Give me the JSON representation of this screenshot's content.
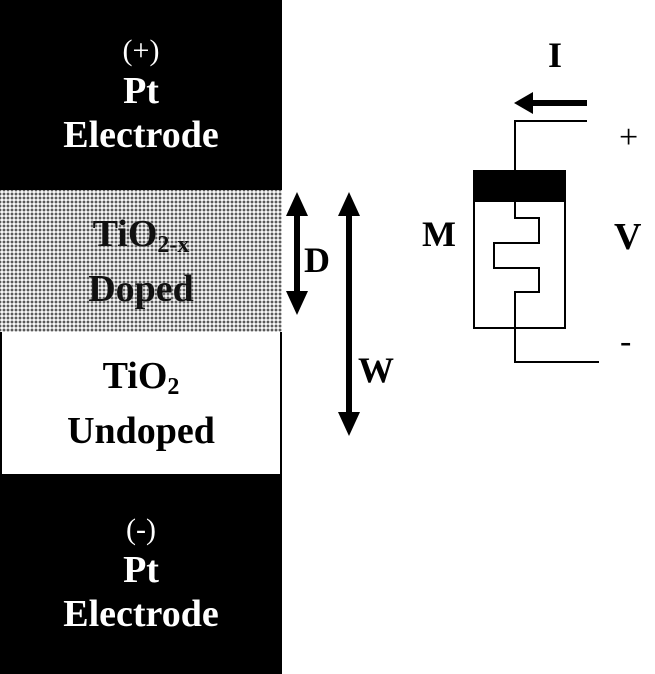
{
  "top_electrode": {
    "sign": "(+)",
    "line1": "Pt",
    "line2": "Electrode"
  },
  "doped_layer": {
    "line1_main": "TiO",
    "line1_sub": "2-x",
    "line2": "Doped"
  },
  "undoped_layer": {
    "line1_main": "TiO",
    "line1_sub": "2",
    "line2": "Undoped"
  },
  "bottom_electrode": {
    "sign": "(-)",
    "line1": "Pt",
    "line2": "Electrode"
  },
  "dimensions": {
    "doped_width_label": "D",
    "total_width_label": "W"
  },
  "circuit": {
    "current_label": "I",
    "memristor_label": "M",
    "voltage_label": "V",
    "plus_label": "+",
    "minus_label": "-"
  }
}
